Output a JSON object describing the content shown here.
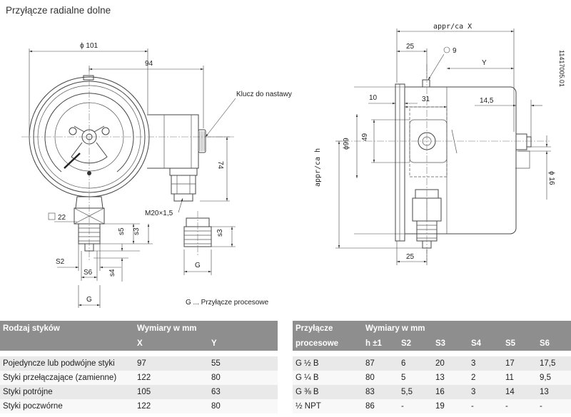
{
  "title": "Przyłącze radialne dolne",
  "drawing": {
    "left": {
      "d101": "ϕ 101",
      "d94": "94",
      "klucz": "Klucz do nastawy",
      "d74": "74",
      "sq22": "22",
      "m20": "M20×1,5",
      "s5": "s5",
      "s3a": "s3",
      "s3b": "s3",
      "s2": "S2",
      "s6": "S6",
      "s4": "s4",
      "g1": "G",
      "g2": "G",
      "gnote": "G ... Przyłącze procesowe"
    },
    "right": {
      "apprx": "appr/ca X",
      "d25top": "25",
      "d9": "9",
      "dy": "Y",
      "d10": "10",
      "d31": "31",
      "d145": "14,5",
      "d99": "ϕ99",
      "d49": "49",
      "apprh": "appr/ca h",
      "d16": "ϕ 16",
      "d25bot": "25",
      "docid": "11417005.01"
    }
  },
  "contacts_table": {
    "headers": [
      "Rodzaj styków",
      "Wymiary w mm",
      ""
    ],
    "subheaders": [
      "",
      "X",
      "Y"
    ],
    "rows": [
      [
        "Pojedyncze lub podwójne styki",
        "97",
        "55"
      ],
      [
        "Styki przełączające (zamienne)",
        "122",
        "80"
      ],
      [
        "Styki potrójne",
        "105",
        "63"
      ],
      [
        "Styki poczwórne",
        "122",
        "80"
      ]
    ]
  },
  "process_table": {
    "header_line1": "Przyłącze",
    "header_line2": "procesowe",
    "header_dims": "Wymiary w mm",
    "subheaders": [
      "h ±1",
      "S2",
      "S3",
      "S4",
      "S5",
      "S6"
    ],
    "rows": [
      [
        "G ½ B",
        "87",
        "6",
        "20",
        "3",
        "17",
        "17,5"
      ],
      [
        "G ¼ B",
        "80",
        "5",
        "13",
        "2",
        "11",
        "9,5"
      ],
      [
        "G ⅜ B",
        "83",
        "5,5",
        "16",
        "3",
        "14",
        "13"
      ],
      [
        "½ NPT",
        "86",
        "-",
        "19",
        "-",
        "-",
        "-"
      ]
    ]
  }
}
